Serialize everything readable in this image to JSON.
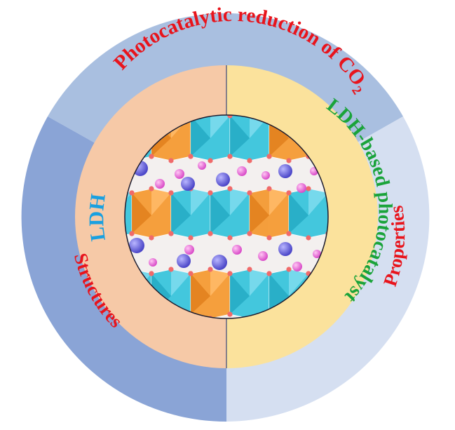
{
  "outer_ring": {
    "top_label": "Photocatalytic reduction of CO",
    "top_label_subscript": "2",
    "left_label": "Structures",
    "right_label": "Properties"
  },
  "inner_ring": {
    "left_label": "LDH",
    "right_label": "LDH-based photocatalyst"
  },
  "colors": {
    "outer_top": "#a9bfe0",
    "outer_left": "#8aa4d6",
    "outer_right": "#d5dff1",
    "inner_left": "#f6c9a7",
    "inner_right": "#fbe29c",
    "red_text": "#e8141c",
    "green_text": "#1aa33a",
    "blue_text": "#1aa0e0",
    "octa_cyan": "#39c4dc",
    "octa_orange": "#f59a33",
    "ion_purple": "#6a66e0",
    "ion_magenta": "#e86ad8"
  },
  "icon": "ldh-crystal-structure-illustration"
}
